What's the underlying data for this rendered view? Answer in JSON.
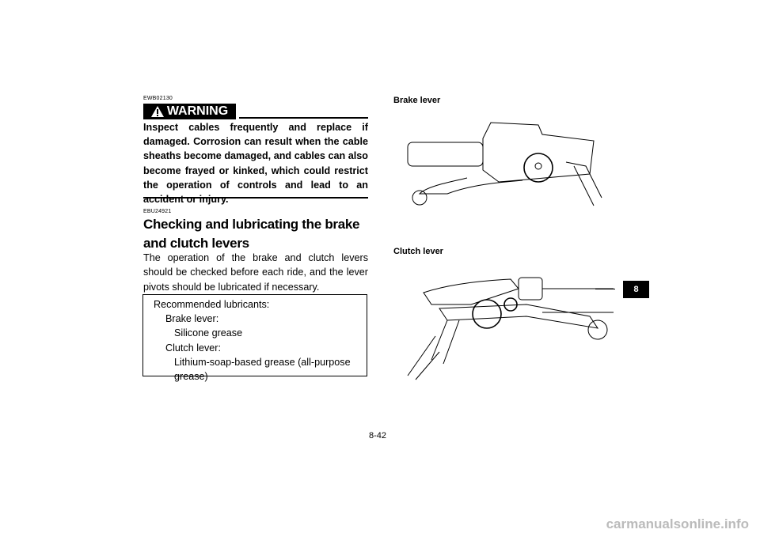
{
  "warning": {
    "code": "EWB02130",
    "label": "WARNING",
    "text": "Inspect cables frequently and replace if damaged. Corrosion can result when the cable sheaths become damaged, and cables can also become frayed or kinked, which could restrict the operation of controls and lead to an accident or injury."
  },
  "section": {
    "code": "EBU24921",
    "title": "Checking and lubricating the brake and clutch levers",
    "body": "The operation of the brake and clutch levers should be checked before each ride, and the lever pivots should be lubricated if necessary."
  },
  "lubricants": {
    "heading": "Recommended lubricants:",
    "brake_label": "Brake lever:",
    "brake_value": "Silicone grease",
    "clutch_label": "Clutch lever:",
    "clutch_value": "Lithium-soap-based grease (all-purpose grease)"
  },
  "figures": {
    "brake_label": "Brake lever",
    "clutch_label": "Clutch lever"
  },
  "chapter_tab": "8",
  "page_number": "8-42",
  "watermark": "carmanualsonline.info"
}
